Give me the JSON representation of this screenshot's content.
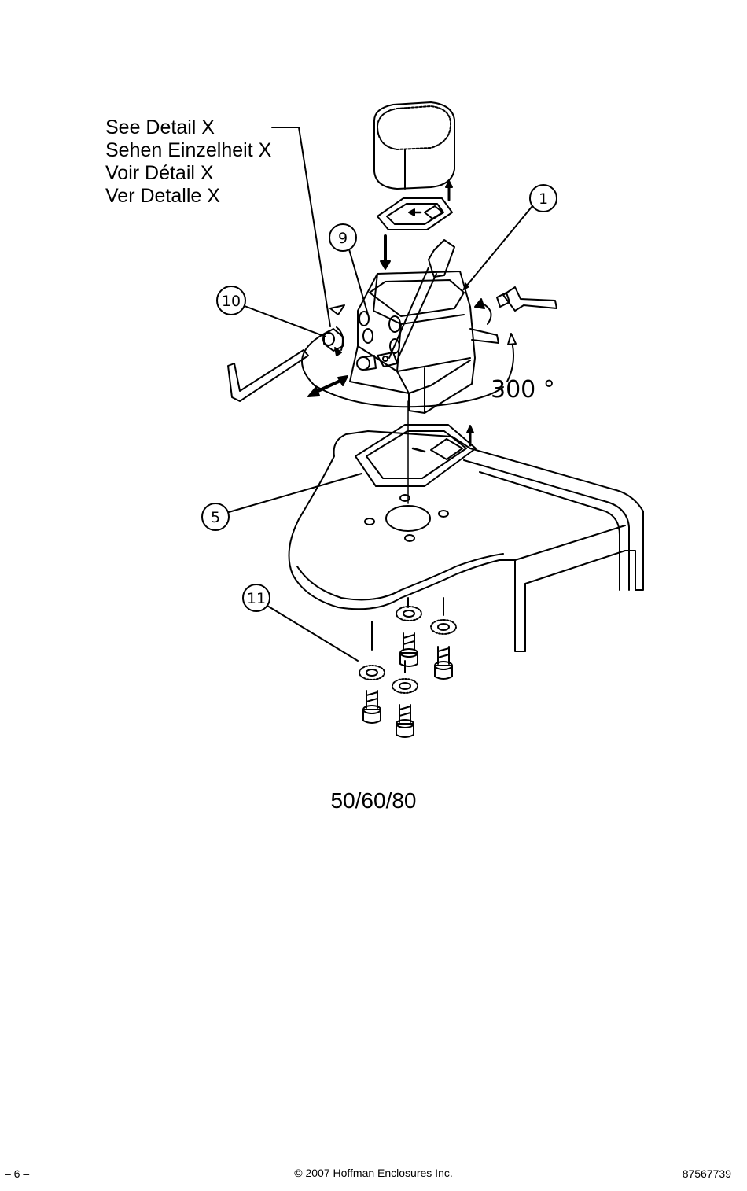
{
  "detail_reference": {
    "lines": [
      "See Detail X",
      "Sehen Einzelheit X",
      "Voir Détail X",
      "Ver Detalle X"
    ]
  },
  "callouts": [
    "1",
    "9",
    "10",
    "5",
    "11"
  ],
  "rotation_label": "300 °",
  "model_label": "50/60/80",
  "footer": {
    "page_number": "– 6 –",
    "copyright": "© 2007 Hoffman Enclosures Inc.",
    "doc_number": "87567739"
  }
}
